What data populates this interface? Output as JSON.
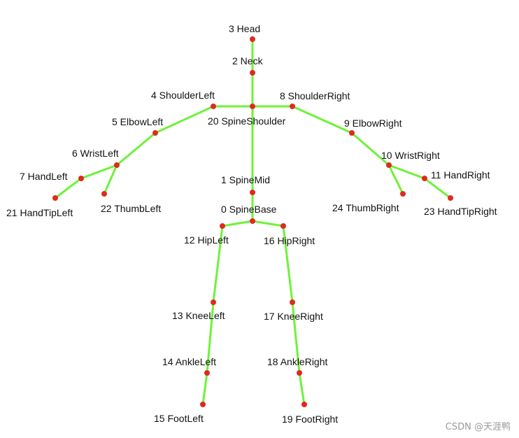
{
  "colors": {
    "bone": "#6ef23a",
    "joint": "#e02a1e",
    "label": "#111111"
  },
  "joints": [
    {
      "id": 3,
      "name": "Head",
      "label": "3 Head"
    },
    {
      "id": 2,
      "name": "Neck",
      "label": "2 Neck"
    },
    {
      "id": 20,
      "name": "SpineShoulder",
      "label": "20 SpineShoulder"
    },
    {
      "id": 4,
      "name": "ShoulderLeft",
      "label": "4 ShoulderLeft"
    },
    {
      "id": 8,
      "name": "ShoulderRight",
      "label": "8 ShoulderRight"
    },
    {
      "id": 5,
      "name": "ElbowLeft",
      "label": "5 ElbowLeft"
    },
    {
      "id": 9,
      "name": "ElbowRight",
      "label": "9 ElbowRight"
    },
    {
      "id": 6,
      "name": "WristLeft",
      "label": "6 WristLeft"
    },
    {
      "id": 10,
      "name": "WristRight",
      "label": "10 WristRight"
    },
    {
      "id": 7,
      "name": "HandLeft",
      "label": "7 HandLeft"
    },
    {
      "id": 11,
      "name": "HandRight",
      "label": "11 HandRight"
    },
    {
      "id": 21,
      "name": "HandTipLeft",
      "label": "21 HandTipLeft"
    },
    {
      "id": 22,
      "name": "ThumbLeft",
      "label": "22 ThumbLeft"
    },
    {
      "id": 24,
      "name": "ThumbRight",
      "label": "24 ThumbRight"
    },
    {
      "id": 23,
      "name": "HandTipRight",
      "label": "23 HandTipRight"
    },
    {
      "id": 1,
      "name": "SpineMid",
      "label": "1 SpineMid"
    },
    {
      "id": 0,
      "name": "SpineBase",
      "label": "0 SpineBase"
    },
    {
      "id": 12,
      "name": "HipLeft",
      "label": "12 HipLeft"
    },
    {
      "id": 16,
      "name": "HipRight",
      "label": "16 HipRight"
    },
    {
      "id": 13,
      "name": "KneeLeft",
      "label": "13 KneeLeft"
    },
    {
      "id": 17,
      "name": "KneeRight",
      "label": "17 KneeRight"
    },
    {
      "id": 14,
      "name": "AnkleLeft",
      "label": "14 AnkleLeft"
    },
    {
      "id": 18,
      "name": "AnkleRight",
      "label": "18 AnkleRight"
    },
    {
      "id": 15,
      "name": "FootLeft",
      "label": "15 FootLeft"
    },
    {
      "id": 19,
      "name": "FootRight",
      "label": "19 FootRight"
    }
  ],
  "bones": [
    [
      3,
      2
    ],
    [
      2,
      20
    ],
    [
      20,
      4
    ],
    [
      20,
      8
    ],
    [
      20,
      1
    ],
    [
      1,
      0
    ],
    [
      4,
      5
    ],
    [
      5,
      6
    ],
    [
      6,
      7
    ],
    [
      7,
      21
    ],
    [
      6,
      22
    ],
    [
      8,
      9
    ],
    [
      9,
      10
    ],
    [
      10,
      11
    ],
    [
      11,
      23
    ],
    [
      10,
      24
    ],
    [
      0,
      12
    ],
    [
      0,
      16
    ],
    [
      12,
      13
    ],
    [
      13,
      14
    ],
    [
      14,
      15
    ],
    [
      16,
      17
    ],
    [
      17,
      18
    ],
    [
      18,
      19
    ]
  ],
  "watermark": "CSDN @天涯鸭"
}
